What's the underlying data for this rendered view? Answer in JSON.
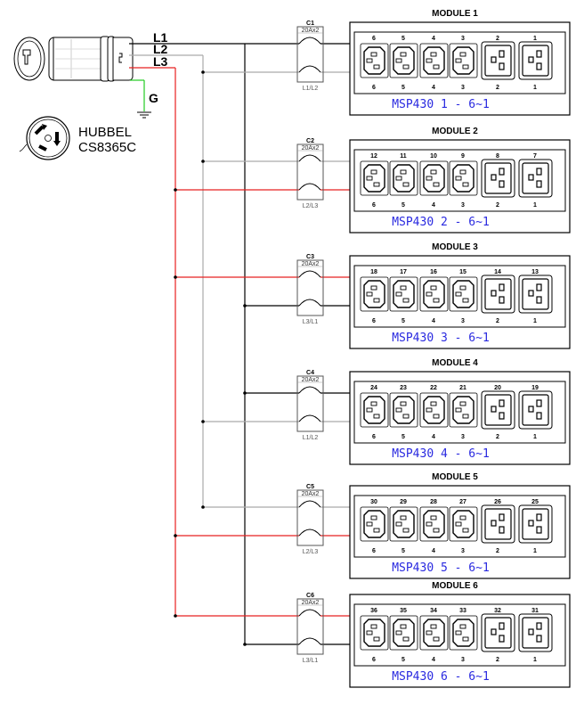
{
  "plug": {
    "brand": "HUBBEL",
    "model": "CS8365C",
    "wires": [
      {
        "label": "L1",
        "color": "#000000"
      },
      {
        "label": "L2",
        "color": "#aaaaaa"
      },
      {
        "label": "L3",
        "color": "#e82020"
      }
    ],
    "ground": {
      "label": "G",
      "color": "#22cc22"
    }
  },
  "breakers": [
    {
      "name": "C1",
      "rating": "20Ax2",
      "phases": "L1/L2",
      "top": "L1",
      "bottom": "L2"
    },
    {
      "name": "C2",
      "rating": "20Ax2",
      "phases": "L2/L3",
      "top": "L2",
      "bottom": "L3"
    },
    {
      "name": "C3",
      "rating": "20Ax2",
      "phases": "L3/L1",
      "top": "L3",
      "bottom": "L1"
    },
    {
      "name": "C4",
      "rating": "20Ax2",
      "phases": "L1/L2",
      "top": "L1",
      "bottom": "L2"
    },
    {
      "name": "C5",
      "rating": "20Ax2",
      "phases": "L2/L3",
      "top": "L2",
      "bottom": "L3"
    },
    {
      "name": "C6",
      "rating": "20Ax2",
      "phases": "L3/L1",
      "top": "L3",
      "bottom": "L1"
    }
  ],
  "modules": [
    {
      "title": "MODULE 1",
      "caption": "MSP430 1 - 6~1",
      "outlets_top": [
        "6",
        "5",
        "4",
        "3",
        "2",
        "1"
      ],
      "outlets_bottom": [
        "6",
        "5",
        "4",
        "3",
        "2",
        "1"
      ]
    },
    {
      "title": "MODULE 2",
      "caption": "MSP430 2 - 6~1",
      "outlets_top": [
        "12",
        "11",
        "10",
        "9",
        "8",
        "7"
      ],
      "outlets_bottom": [
        "6",
        "5",
        "4",
        "3",
        "2",
        "1"
      ]
    },
    {
      "title": "MODULE 3",
      "caption": "MSP430 3 - 6~1",
      "outlets_top": [
        "18",
        "17",
        "16",
        "15",
        "14",
        "13"
      ],
      "outlets_bottom": [
        "6",
        "5",
        "4",
        "3",
        "2",
        "1"
      ]
    },
    {
      "title": "MODULE 4",
      "caption": "MSP430 4 - 6~1",
      "outlets_top": [
        "24",
        "23",
        "22",
        "21",
        "20",
        "19"
      ],
      "outlets_bottom": [
        "6",
        "5",
        "4",
        "3",
        "2",
        "1"
      ]
    },
    {
      "title": "MODULE 5",
      "caption": "MSP430 5 - 6~1",
      "outlets_top": [
        "30",
        "29",
        "28",
        "27",
        "26",
        "25"
      ],
      "outlets_bottom": [
        "6",
        "5",
        "4",
        "3",
        "2",
        "1"
      ]
    },
    {
      "title": "MODULE 6",
      "caption": "MSP430 6 - 6~1",
      "outlets_top": [
        "36",
        "35",
        "34",
        "33",
        "32",
        "31"
      ],
      "outlets_bottom": [
        "6",
        "5",
        "4",
        "3",
        "2",
        "1"
      ]
    }
  ],
  "outlet_types": [
    "C13",
    "C13",
    "C13",
    "C13",
    "C19",
    "C19"
  ]
}
